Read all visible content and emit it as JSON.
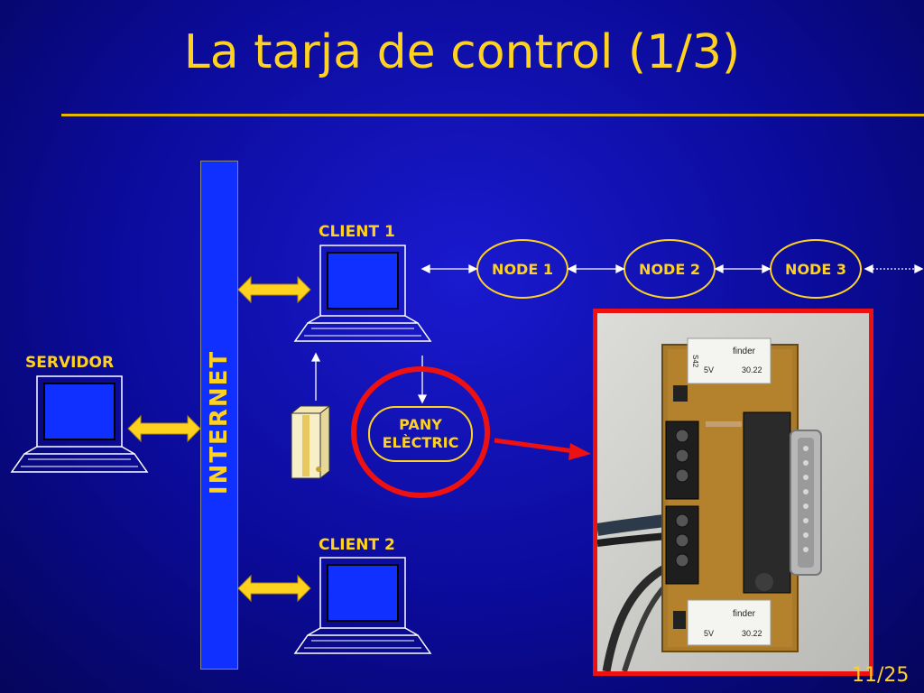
{
  "slide": {
    "title": "La tarja de control (1/3)",
    "page": "11/25"
  },
  "diagram": {
    "internet_label": "INTERNET",
    "server_label": "SERVIDOR",
    "client1_label": "CLIENT 1",
    "client2_label": "CLIENT 2",
    "nodes": [
      "NODE 1",
      "NODE 2",
      "NODE 3"
    ],
    "lock_label_line1": "PANY",
    "lock_label_line2": "ELÈCTRIC"
  },
  "photo": {
    "relay_brand": "finder",
    "relay_voltage": "5V",
    "relay_model": "30.22",
    "relay_code": "S42"
  },
  "colors": {
    "background": "#0b0b9a",
    "accent": "#ffd21f",
    "internet_bar": "#1030ff",
    "highlight": "#ee1111"
  }
}
